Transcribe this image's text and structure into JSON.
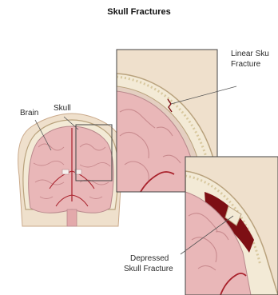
{
  "title": "Skull Fractures",
  "labels": {
    "brain": "Brain",
    "skull": "Skull",
    "linear": [
      "Linear Sku",
      "Fracture"
    ],
    "depressed": [
      "Depressed",
      "Skull Fracture"
    ]
  },
  "colors": {
    "skin": "#efe0cc",
    "skin_edge": "#caa98a",
    "bone": "#f3ead6",
    "bone_edge": "#b9a27d",
    "brain": "#e9b7b8",
    "brain_fold": "#c98b8f",
    "vessel": "#a8202a",
    "blood": "#7d0f14",
    "frame": "#444444"
  }
}
